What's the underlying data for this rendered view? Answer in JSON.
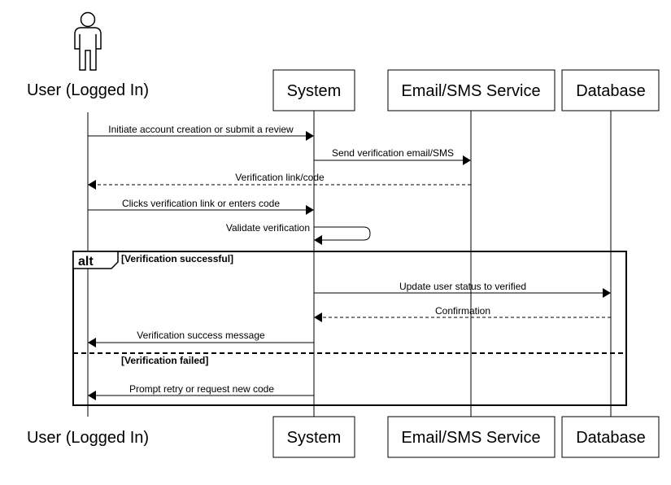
{
  "participants": [
    {
      "id": "user",
      "label": "User (Logged In)",
      "kind": "actor"
    },
    {
      "id": "system",
      "label": "System",
      "kind": "box"
    },
    {
      "id": "email",
      "label": "Email/SMS Service",
      "kind": "box"
    },
    {
      "id": "database",
      "label": "Database",
      "kind": "box"
    }
  ],
  "messages": [
    {
      "from": "user",
      "to": "system",
      "label": "Initiate account creation or submit a review",
      "style": "solid"
    },
    {
      "from": "system",
      "to": "email",
      "label": "Send verification email/SMS",
      "style": "solid"
    },
    {
      "from": "email",
      "to": "user",
      "label": "Verification link/code",
      "style": "dashed"
    },
    {
      "from": "user",
      "to": "system",
      "label": "Clicks verification link or enters code",
      "style": "solid"
    },
    {
      "from": "system",
      "to": "system",
      "label": "Validate verification",
      "style": "solid"
    },
    {
      "from": "system",
      "to": "database",
      "label": "Update user status to verified",
      "style": "solid"
    },
    {
      "from": "database",
      "to": "system",
      "label": "Confirmation",
      "style": "dashed"
    },
    {
      "from": "system",
      "to": "user",
      "label": "Verification success message",
      "style": "solid"
    },
    {
      "from": "system",
      "to": "user",
      "label": "Prompt retry or request new code",
      "style": "solid"
    }
  ],
  "alt_frame": {
    "keyword": "alt",
    "guards": [
      "[Verification successful]",
      "[Verification failed]"
    ]
  }
}
